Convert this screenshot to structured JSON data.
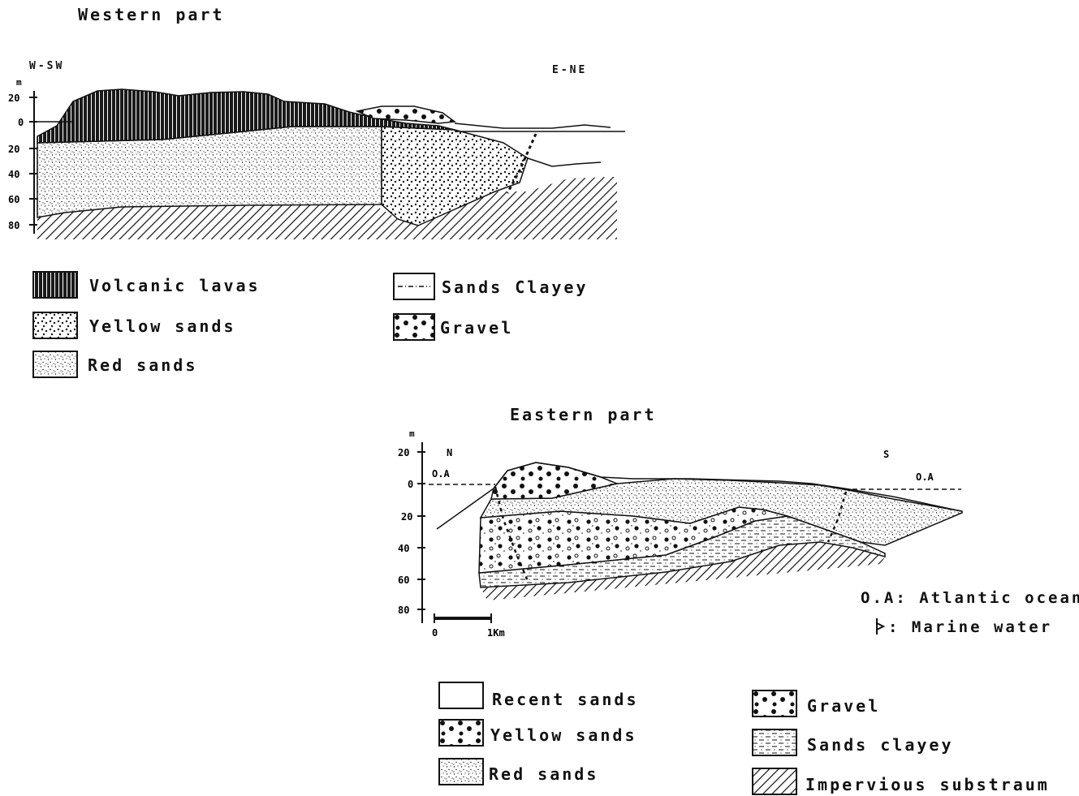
{
  "western": {
    "title": "Western part",
    "dir_left": "W-SW",
    "dir_right": "E-NE",
    "unit": "m",
    "ticks": [
      "20",
      "0",
      "20",
      "40",
      "60",
      "80"
    ],
    "legend": [
      {
        "pattern": "volcanic",
        "label": "Volcanic lavas"
      },
      {
        "pattern": "yellow",
        "label": "Yellow sands"
      },
      {
        "pattern": "red",
        "label": "Red sands"
      },
      {
        "pattern": "clayey",
        "label": "Sands Clayey"
      },
      {
        "pattern": "gravel",
        "label": "Gravel"
      }
    ]
  },
  "eastern": {
    "title": "Eastern part",
    "dir_left": "N",
    "dir_right": "S",
    "unit": "m",
    "ticks": [
      "20",
      "0",
      "20",
      "40",
      "60",
      "80"
    ],
    "ocean_left": "O.A",
    "ocean_right": "O.A",
    "scale_start": "0",
    "scale_end": "1Km",
    "notes": {
      "ocean": "O.A: Atlantic ocean",
      "marine": ": Marine water"
    },
    "legend": [
      {
        "pattern": "recent",
        "label": "Recent sands"
      },
      {
        "pattern": "yellow",
        "label": "Yellow sands"
      },
      {
        "pattern": "red",
        "label": "Red sands"
      },
      {
        "pattern": "gravel",
        "label": "Gravel"
      },
      {
        "pattern": "clayey2",
        "label": "Sands clayey"
      },
      {
        "pattern": "hatch",
        "label": "Impervious substraum"
      }
    ]
  }
}
